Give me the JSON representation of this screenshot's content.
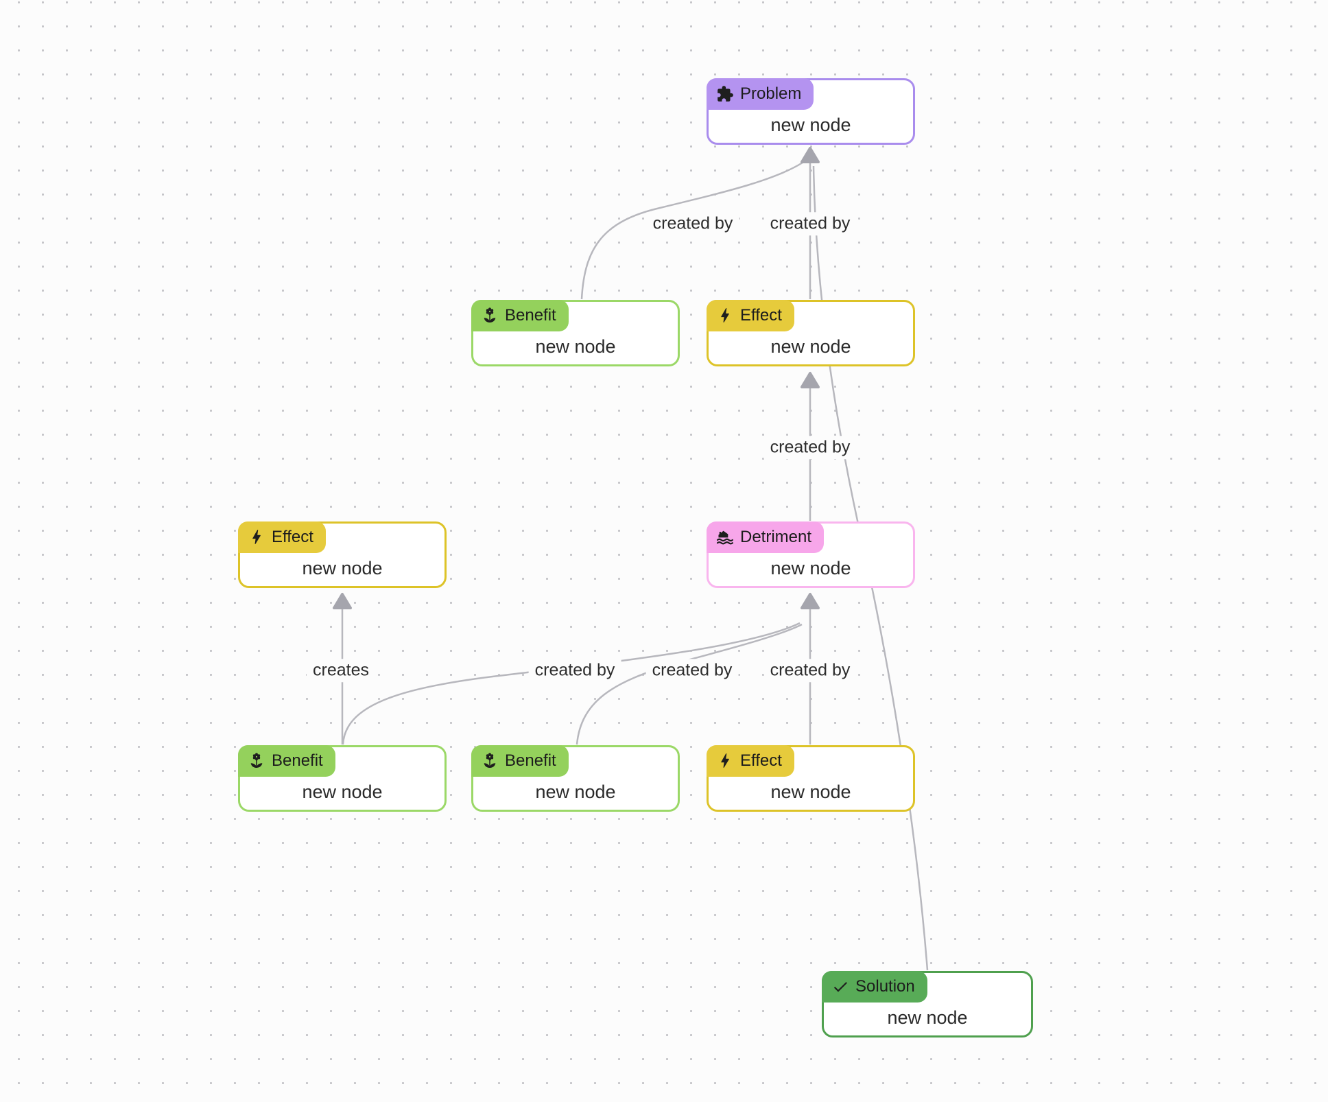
{
  "canvas": {
    "background_color": "#fcfcfc",
    "dot_grid_color": "#c4c4c8",
    "edge_color": "#b7b7bd",
    "arrow_color": "#a5a5ad",
    "label_text_color": "#2d2d2d"
  },
  "node_types": {
    "problem": {
      "label": "Problem",
      "icon": "puzzle-icon",
      "fill": "#b493f0",
      "border": "#a98ced"
    },
    "benefit": {
      "label": "Benefit",
      "icon": "flower-icon",
      "fill": "#94d15c",
      "border": "#9bd867"
    },
    "effect": {
      "label": "Effect",
      "icon": "bolt-icon",
      "fill": "#e6cb3c",
      "border": "#ddc328"
    },
    "detriment": {
      "label": "Detriment",
      "icon": "flood-icon",
      "fill": "#f7a6ea",
      "border": "#f9b5ee"
    },
    "solution": {
      "label": "Solution",
      "icon": "check-icon",
      "fill": "#58ab57",
      "border": "#4fa04e"
    }
  },
  "nodes": [
    {
      "id": "problem-1",
      "type": "problem",
      "badge": "Problem",
      "text": "new node"
    },
    {
      "id": "benefit-1",
      "type": "benefit",
      "badge": "Benefit",
      "text": "new node"
    },
    {
      "id": "effect-1",
      "type": "effect",
      "badge": "Effect",
      "text": "new node"
    },
    {
      "id": "effect-2",
      "type": "effect",
      "badge": "Effect",
      "text": "new node"
    },
    {
      "id": "detriment-1",
      "type": "detriment",
      "badge": "Detriment",
      "text": "new node"
    },
    {
      "id": "benefit-2",
      "type": "benefit",
      "badge": "Benefit",
      "text": "new node"
    },
    {
      "id": "benefit-3",
      "type": "benefit",
      "badge": "Benefit",
      "text": "new node"
    },
    {
      "id": "effect-3",
      "type": "effect",
      "badge": "Effect",
      "text": "new node"
    },
    {
      "id": "solution-1",
      "type": "solution",
      "badge": "Solution",
      "text": "new node"
    }
  ],
  "edges": [
    {
      "from": "benefit-1",
      "to": "problem-1",
      "label": "created by"
    },
    {
      "from": "effect-1",
      "to": "problem-1",
      "label": "created by"
    },
    {
      "from": "detriment-1",
      "to": "effect-1",
      "label": "created by"
    },
    {
      "from": "benefit-2",
      "to": "effect-2",
      "label": "creates"
    },
    {
      "from": "benefit-2",
      "to": "detriment-1",
      "label": "created by"
    },
    {
      "from": "benefit-3",
      "to": "detriment-1",
      "label": "created by"
    },
    {
      "from": "effect-3",
      "to": "detriment-1",
      "label": "created by"
    },
    {
      "from": "solution-1",
      "to": "problem-1",
      "label": ""
    }
  ]
}
